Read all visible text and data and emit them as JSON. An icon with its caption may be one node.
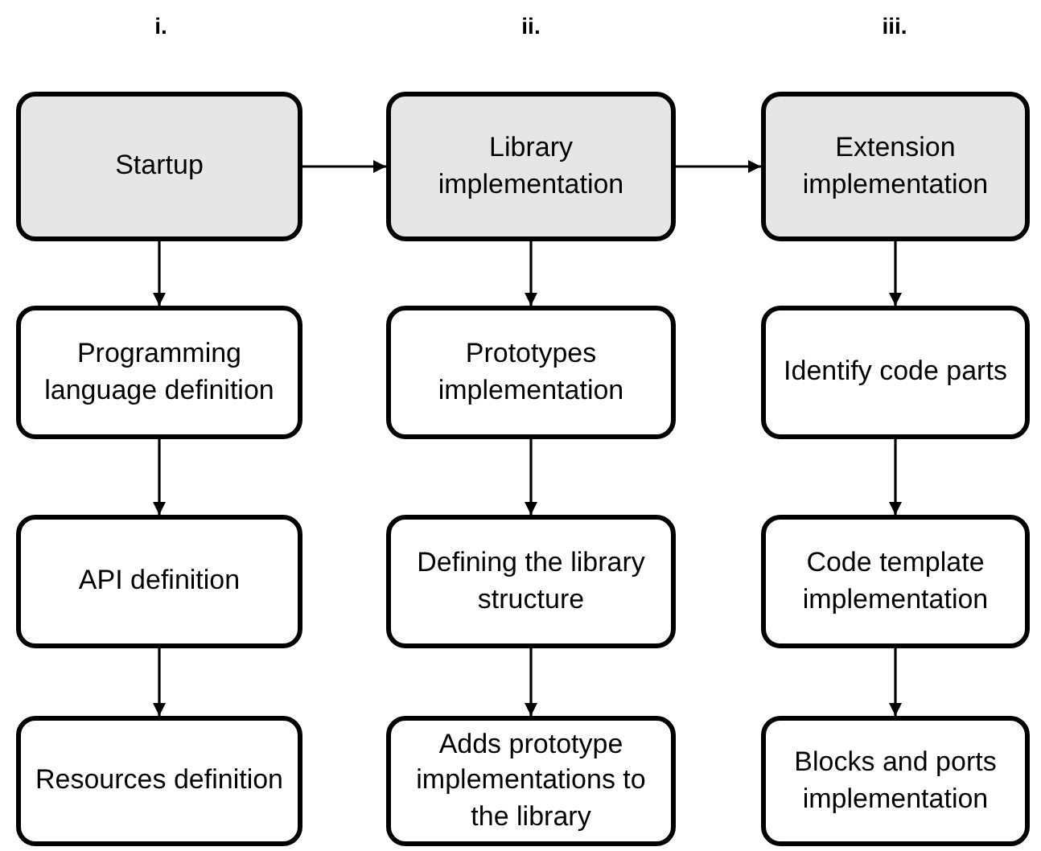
{
  "diagram": {
    "nodes": [
      {
        "text": [
          "Startup"
        ]
      },
      {
        "text": [
          "Library implementation"
        ]
      },
      {
        "text": [
          "Extension implementation"
        ]
      },
      {
        "text": [
          "Programming language definition"
        ]
      },
      {
        "text": [
          "Prototypes implementation"
        ]
      },
      {
        "text": [
          "Identify code parts"
        ]
      },
      {
        "text": [
          "API definition"
        ]
      },
      {
        "text": [
          "Defining the library structure"
        ]
      },
      {
        "text": [
          "Code template implementation"
        ]
      },
      {
        "text": [
          "Resources definition"
        ]
      },
      {
        "text": [
          "Adds prototype implementations to the library"
        ]
      },
      {
        "text": [
          "Blocks and ports implementation"
        ]
      }
    ],
    "edges": [
      {
        "from": 0,
        "to": 1,
        "arrow": "to"
      },
      {
        "from": 1,
        "to": 2,
        "arrow": "to"
      },
      {
        "from": 0,
        "to": 3,
        "arrow": "to"
      },
      {
        "from": 1,
        "to": 4,
        "arrow": "to"
      },
      {
        "from": 2,
        "to": 5,
        "arrow": "to"
      },
      {
        "from": 3,
        "to": 6,
        "arrow": "to"
      },
      {
        "from": 4,
        "to": 7,
        "arrow": "to"
      },
      {
        "from": 5,
        "to": 8,
        "arrow": "to"
      },
      {
        "from": 6,
        "to": 9,
        "arrow": "to"
      },
      {
        "from": 7,
        "to": 10,
        "arrow": "to"
      },
      {
        "from": 8,
        "to": 11,
        "arrow": "to"
      }
    ],
    "labels": [
      "i.",
      "ii.",
      "iii."
    ]
  }
}
